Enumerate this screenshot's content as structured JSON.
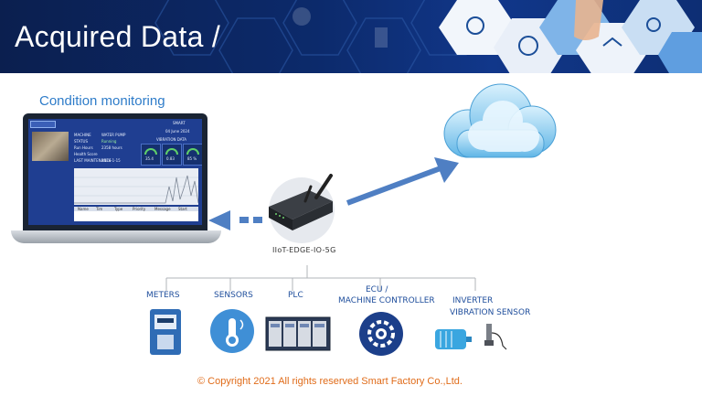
{
  "header": {
    "title": "Acquired Data /"
  },
  "monitor": {
    "title": "Condition monitoring",
    "dashboard": {
      "brand": "SMART",
      "date": "04 June 2024",
      "rows": [
        {
          "label": "MACHINE",
          "value": "WATER PUMP"
        },
        {
          "label": "STATUS",
          "value": "Running"
        },
        {
          "label": "Run Hours",
          "value": "2358 hours"
        },
        {
          "label": "Health Score",
          "value": ""
        },
        {
          "label": "LAST MAINTENANCE",
          "value": "2024-1-15"
        }
      ],
      "vibration_title": "VIBRATION DATA",
      "gauges": [
        "35.4",
        "0.83",
        "85 %"
      ],
      "table_headers": [
        "Name",
        "Tim",
        "Type",
        "Priority",
        "Message",
        "Start"
      ]
    }
  },
  "device": {
    "label": "IIoT-EDGE-IO-5G"
  },
  "categories": [
    {
      "label": "METERS",
      "icon": "electric-meter-icon"
    },
    {
      "label": "SENSORS",
      "icon": "thermometer-sensor-icon"
    },
    {
      "label": "PLC",
      "icon": "plc-icon"
    },
    {
      "label": "ECU /",
      "label2": "MACHINE  CONTROLLER",
      "icon": "gear-controller-icon"
    },
    {
      "label": "INVERTER",
      "label2": "VIBRATION SENSOR",
      "icon": "motor-icon"
    }
  ],
  "footer": {
    "copyright": "© Copyright 2021 All rights reserved  Smart Factory Co.,Ltd."
  },
  "colors": {
    "accent_blue": "#2e7cc9",
    "arrow_blue": "#4f7fc3",
    "banner": "#0c2a6b",
    "copyright": "#e06c1a"
  }
}
